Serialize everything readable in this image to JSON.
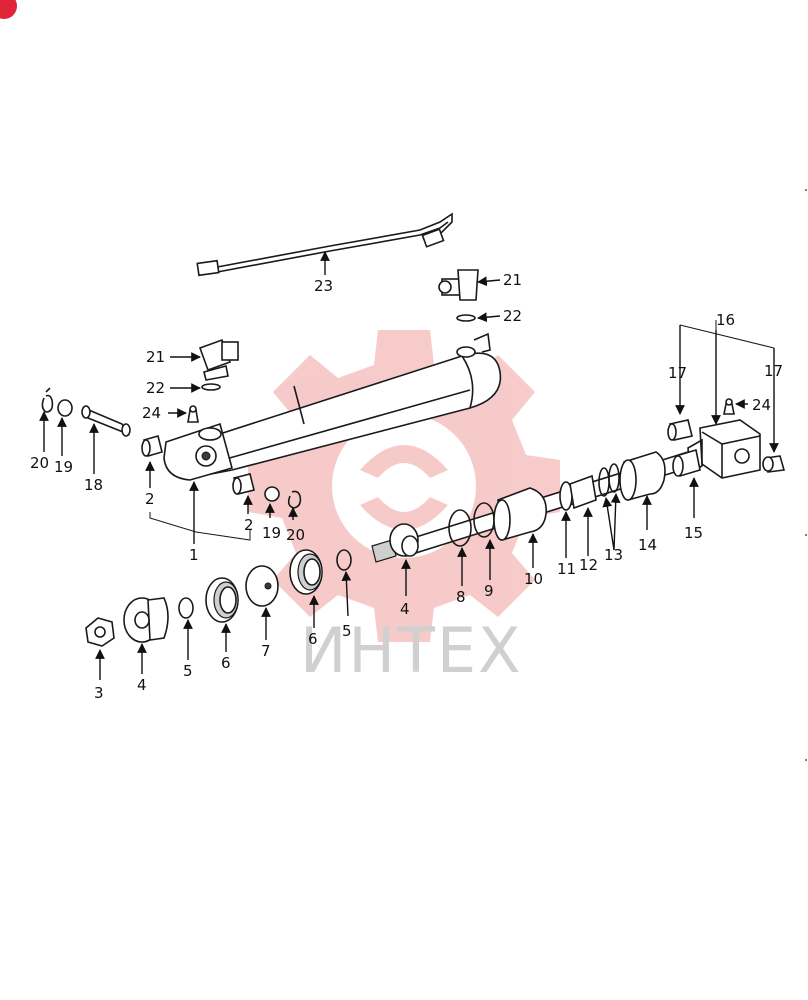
{
  "watermark": {
    "text": "ИНТЕХ",
    "color": "#f2a0a0"
  },
  "corner_badge": {
    "color": "#e0243a"
  },
  "callouts": {
    "c23": "23",
    "c21a": "21",
    "c22a": "22",
    "c21b": "21",
    "c22b": "22",
    "c24a": "24",
    "c24b": "24",
    "c20a": "20",
    "c19a": "19",
    "c18": "18",
    "c2a": "2",
    "c2b": "2",
    "c1": "1",
    "c19b": "19",
    "c20b": "20",
    "c16": "16",
    "c17a": "17",
    "c17b": "17",
    "c4a": "4",
    "c8": "8",
    "c9": "9",
    "c10": "10",
    "c11": "11",
    "c12": "12",
    "c13": "13",
    "c14": "14",
    "c15": "15",
    "c3": "3",
    "c4b": "4",
    "c5a": "5",
    "c6a": "6",
    "c7": "7",
    "c6b": "6",
    "c5b": "5"
  }
}
